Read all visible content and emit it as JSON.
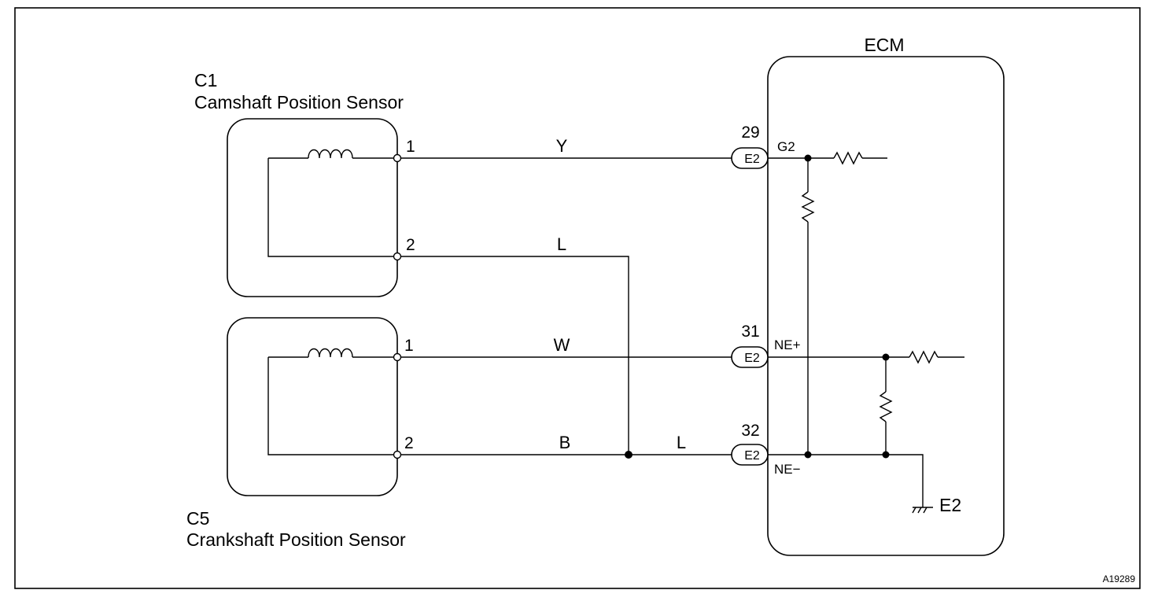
{
  "ecm": {
    "label": "ECM"
  },
  "camshaft_sensor": {
    "connector": "C1",
    "name": "Camshaft Position Sensor",
    "pin_1": "1",
    "pin_2": "2"
  },
  "crankshaft_sensor": {
    "connector": "C5",
    "name": "Crankshaft Position Sensor",
    "pin_1": "1",
    "pin_2": "2"
  },
  "wires": {
    "cam_signal": "Y",
    "cam_ground": "L",
    "crank_signal": "W",
    "crank_ground": "B",
    "shared_ground": "L"
  },
  "ecm_terminals": [
    {
      "number": "29",
      "connector": "E2",
      "signal": "G2"
    },
    {
      "number": "31",
      "connector": "E2",
      "signal": "NE+"
    },
    {
      "number": "32",
      "connector": "E2",
      "signal": "NE−"
    }
  ],
  "ground": {
    "label": "E2"
  },
  "figure_id": "A19289"
}
